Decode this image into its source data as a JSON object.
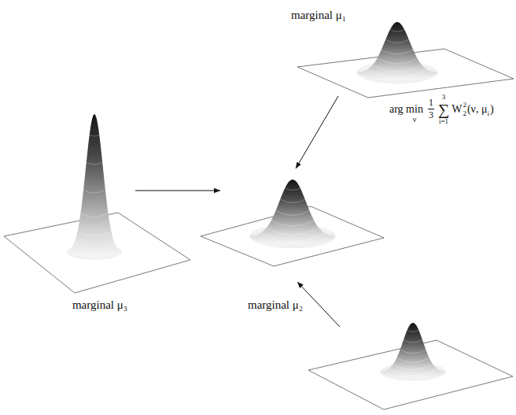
{
  "diagram": {
    "nodes": [
      {
        "text": [
          "marginal μ₁"
        ]
      },
      {
        "text": [
          "arg min",
          "ν",
          "1",
          "3",
          "3",
          "∑",
          "i=1",
          "W",
          "2",
          "2",
          "(ν, μ",
          "i",
          ")"
        ]
      },
      {
        "text": [
          "marginal μ₃"
        ]
      },
      {
        "text": [
          "marginal μ₂"
        ]
      }
    ],
    "edges": [
      {
        "from": 0,
        "to": 1,
        "arrow": "to"
      },
      {
        "from": 2,
        "to": 1,
        "arrow": "to"
      },
      {
        "from": 3,
        "to": 1,
        "arrow": "to"
      }
    ]
  }
}
